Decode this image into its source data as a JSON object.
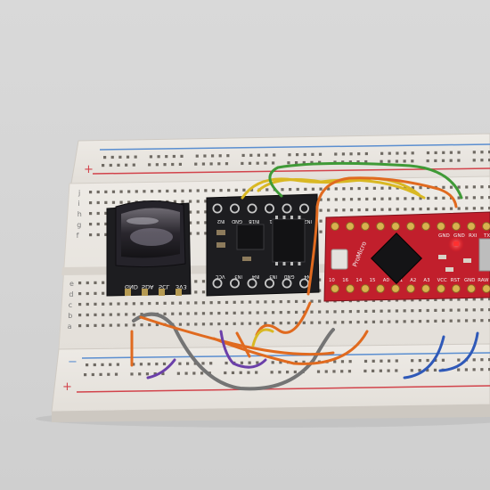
{
  "photo": {
    "breadboard": {
      "rail_plus_symbol": "+",
      "rail_minus_symbol": "−",
      "row_letters_top": [
        "j",
        "i",
        "h",
        "g",
        "f"
      ],
      "row_letters_bottom": [
        "e",
        "d",
        "c",
        "b",
        "a"
      ]
    },
    "sensor_module": {
      "pin_labels": [
        "GND",
        "SDA",
        "SCL",
        "3V3"
      ]
    },
    "driver_module": {
      "top_labels": [
        "IN2B",
        "IN2",
        "IN1",
        "IN1B",
        "GND",
        "IN2"
      ],
      "bottom_labels": [
        "IN4",
        "GND",
        "IN3",
        "IN4",
        "IN3",
        "VCC"
      ]
    },
    "pro_micro": {
      "brand": "ProMicro",
      "top_labels": [
        "GND",
        "GND",
        "RXI",
        "TXO"
      ],
      "bottom_labels": [
        "10",
        "16",
        "14",
        "15",
        "A0",
        "A1",
        "A2",
        "A3",
        "VCC",
        "RST",
        "GND",
        "RAW"
      ]
    },
    "colors": {
      "breadboard": "#ebe8e3",
      "rail_red": "#d2434b",
      "rail_blue": "#5a8ed0",
      "pcb_black": "#1d1d20",
      "pcb_red": "#c11f2c",
      "wire_orange": "#e06a1f",
      "wire_yellow": "#d9b823",
      "wire_green": "#3f9a37",
      "wire_gray": "#747474",
      "wire_purple": "#6b3fa9",
      "wire_blue": "#2f59b8"
    }
  }
}
